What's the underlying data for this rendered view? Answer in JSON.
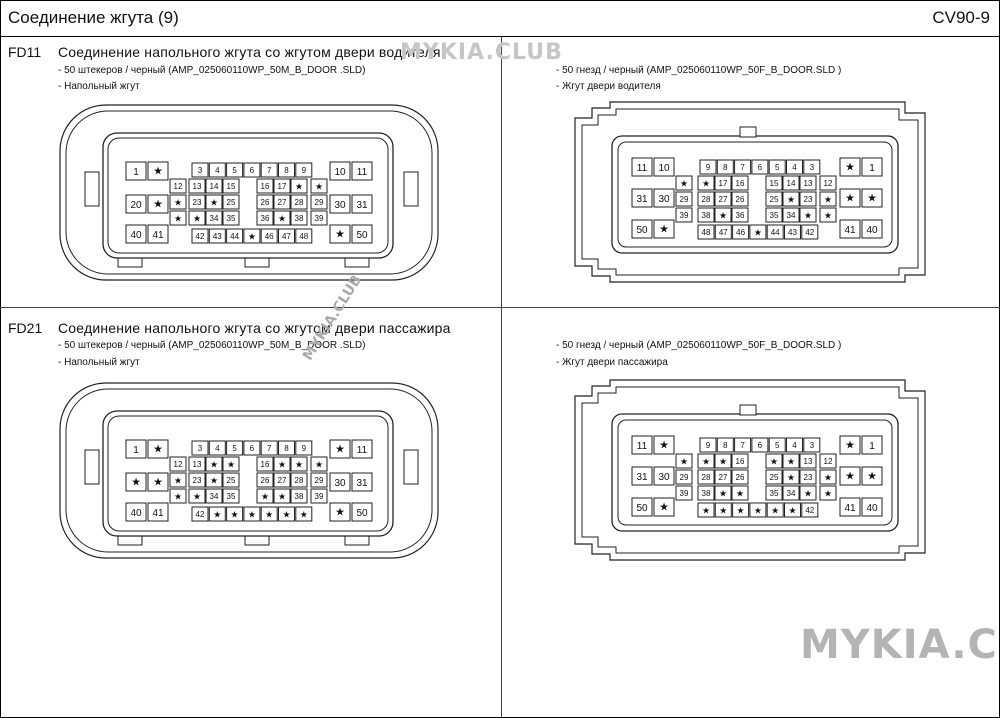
{
  "header": {
    "title": "Соединение  жгута (9)",
    "code": "CV90-9"
  },
  "watermark": {
    "text1": "MYKIA.CLUB",
    "text2": "MYKIA.CLUB",
    "text3": "MYKIA.CLUB"
  },
  "fd11": {
    "id": "FD11",
    "title": "Соединение  напольного  жгута со жгутом двери водителя",
    "left_note1": "- 50 штекеров / черный (AMP_025060110WP_50M_B_DOOR .SLD)",
    "left_note2": "- Напольный жгут",
    "right_note1": "- 50 гнезд / черный (AMP_025060110WP_50F_B_DOOR.SLD )",
    "right_note2": "- Жгут двери водителя"
  },
  "fd21": {
    "id": "FD21",
    "title": "Соединение  напольного  жгута со жгутом  двери  пассажира",
    "left_note1": "- 50 штекеров / черный (AMP_025060110WP_50M_B_DOOR .SLD)",
    "left_note2": "- Напольный жгут",
    "right_note1": "- 50 гнезд / черный (AMP_025060110WP_50F_B_DOOR.SLD )",
    "right_note2": "- Жгут двери пассажира"
  },
  "connectors": {
    "fd11_male": {
      "big": [
        "1",
        "★",
        "10",
        "11",
        "20",
        "★",
        "30",
        "31",
        "40",
        "41",
        "★",
        "50"
      ],
      "top": [
        "3",
        "4",
        "5",
        "6",
        "7",
        "8",
        "9"
      ],
      "r2": [
        "12",
        "13",
        "14",
        "15",
        "16",
        "17",
        "★",
        "★"
      ],
      "r3": [
        "★",
        "23",
        "★",
        "25",
        "26",
        "27",
        "28",
        "29"
      ],
      "r4": [
        "★",
        "★",
        "34",
        "35",
        "36",
        "★",
        "38",
        "39"
      ],
      "bottom": [
        "42",
        "43",
        "44",
        "★",
        "46",
        "47",
        "48"
      ]
    },
    "fd11_female": {
      "big": [
        "11",
        "10",
        "★",
        "1",
        "31",
        "30",
        "★",
        "★",
        "50",
        "★",
        "41",
        "40"
      ],
      "top": [
        "9",
        "8",
        "7",
        "6",
        "5",
        "4",
        "3"
      ],
      "r2": [
        "★",
        "★",
        "17",
        "16",
        "15",
        "14",
        "13",
        "12"
      ],
      "r3": [
        "29",
        "28",
        "27",
        "26",
        "25",
        "★",
        "23",
        "★"
      ],
      "r4": [
        "39",
        "38",
        "★",
        "36",
        "35",
        "34",
        "★",
        "★"
      ],
      "bottom": [
        "48",
        "47",
        "46",
        "★",
        "44",
        "43",
        "42"
      ]
    },
    "fd21_male": {
      "big": [
        "1",
        "★",
        "★",
        "11",
        "★",
        "★",
        "30",
        "31",
        "40",
        "41",
        "★",
        "50"
      ],
      "top": [
        "3",
        "4",
        "5",
        "6",
        "7",
        "8",
        "9"
      ],
      "r2": [
        "12",
        "13",
        "★",
        "★",
        "16",
        "★",
        "★",
        "★"
      ],
      "r3": [
        "★",
        "23",
        "★",
        "25",
        "26",
        "27",
        "28",
        "29"
      ],
      "r4": [
        "★",
        "★",
        "34",
        "35",
        "★",
        "★",
        "38",
        "39"
      ],
      "bottom": [
        "42",
        "★",
        "★",
        "★",
        "★",
        "★",
        "★"
      ]
    },
    "fd21_female": {
      "big": [
        "11",
        "★",
        "★",
        "1",
        "31",
        "30",
        "★",
        "★",
        "50",
        "★",
        "41",
        "40"
      ],
      "top": [
        "9",
        "8",
        "7",
        "6",
        "5",
        "4",
        "3"
      ],
      "r2": [
        "★",
        "★",
        "★",
        "16",
        "★",
        "★",
        "13",
        "12"
      ],
      "r3": [
        "29",
        "28",
        "27",
        "26",
        "25",
        "★",
        "23",
        "★"
      ],
      "r4": [
        "39",
        "38",
        "★",
        "★",
        "35",
        "34",
        "★",
        "★"
      ],
      "bottom": [
        "★",
        "★",
        "★",
        "★",
        "★",
        "★",
        "42"
      ]
    }
  }
}
